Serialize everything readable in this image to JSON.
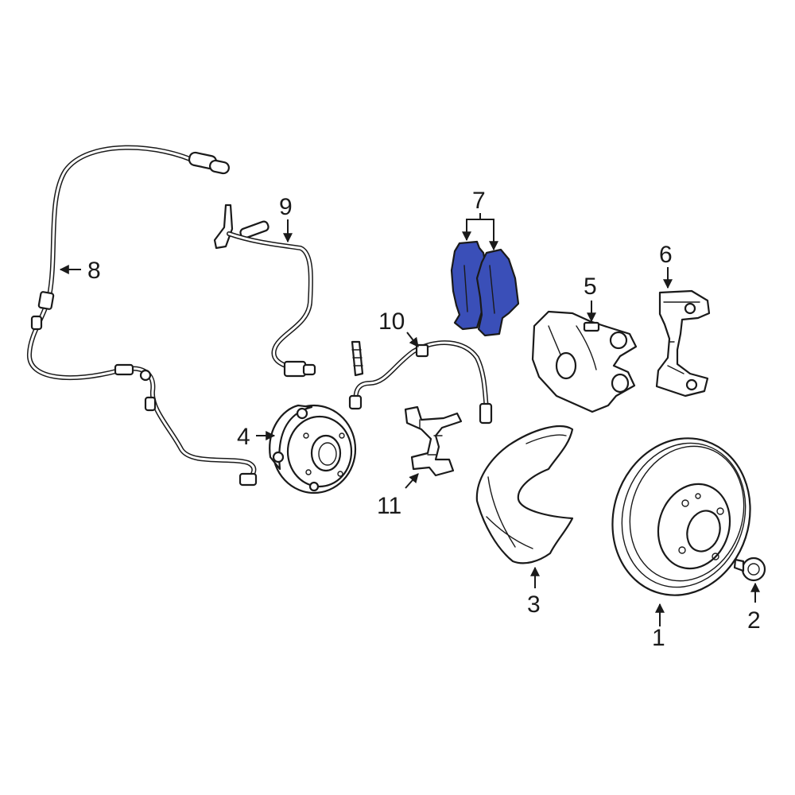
{
  "highlight_color": "#3a4fb8",
  "callouts": {
    "c1": "1",
    "c2": "2",
    "c3": "3",
    "c4": "4",
    "c5": "5",
    "c6": "6",
    "c7": "7",
    "c8": "8",
    "c9": "9",
    "c10": "10",
    "c11": "11"
  },
  "parts": [
    {
      "callout": "1",
      "name": "brake-rotor"
    },
    {
      "callout": "2",
      "name": "rotor-screw"
    },
    {
      "callout": "3",
      "name": "splash-shield"
    },
    {
      "callout": "4",
      "name": "wheel-hub-assembly"
    },
    {
      "callout": "5",
      "name": "brake-caliper"
    },
    {
      "callout": "6",
      "name": "caliper-bracket"
    },
    {
      "callout": "7",
      "name": "brake-pads",
      "highlighted": true
    },
    {
      "callout": "8",
      "name": "abs-sensor-wire"
    },
    {
      "callout": "9",
      "name": "brake-pad-wear-sensor"
    },
    {
      "callout": "10",
      "name": "brake-hose"
    },
    {
      "callout": "11",
      "name": "hose-bracket"
    }
  ]
}
